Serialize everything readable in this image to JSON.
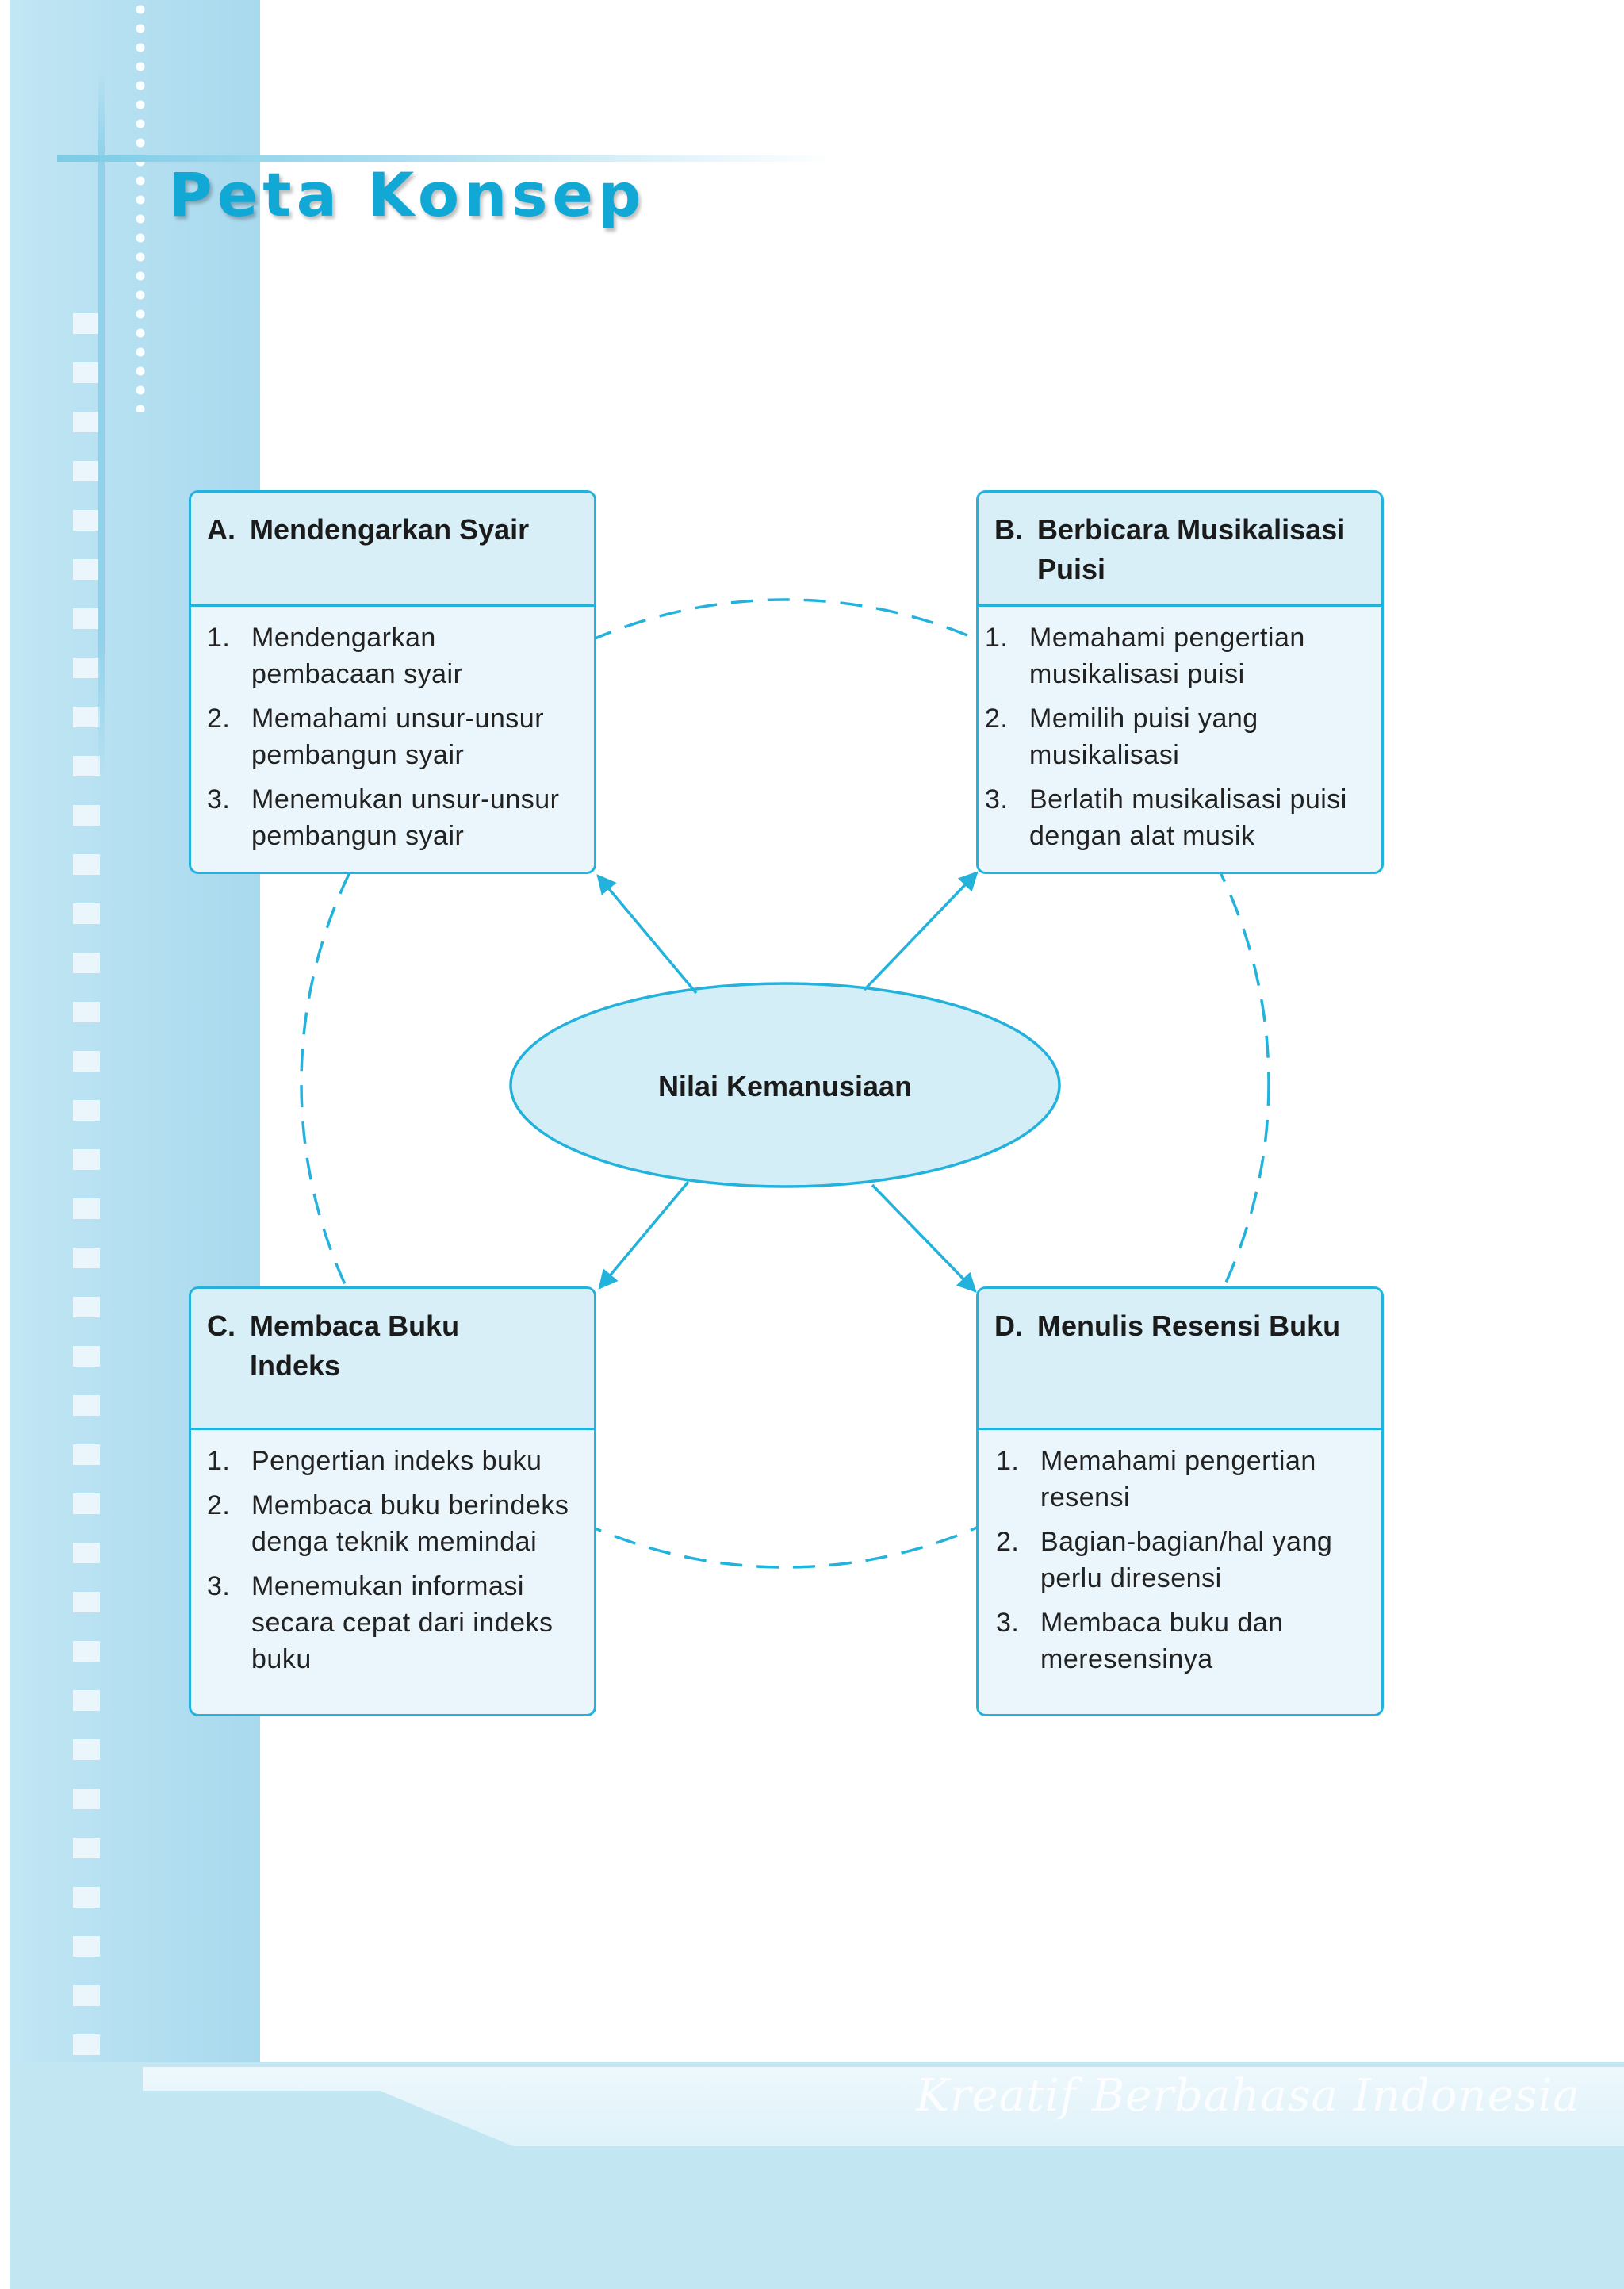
{
  "page": {
    "title": "Peta Konsep",
    "footer_text": "Kreatif Berbahasa Indonesia"
  },
  "diagram": {
    "center": "Nilai Kemanusiaan",
    "boxes": [
      {
        "letter": "A.",
        "title": "Mendengarkan Syair",
        "items": [
          {
            "num": "1.",
            "text": "Mendengarkan pembacaan syair"
          },
          {
            "num": "2.",
            "text": "Memahami unsur-unsur pembangun syair"
          },
          {
            "num": "3.",
            "text": "Menemukan unsur-unsur pembangun syair"
          }
        ]
      },
      {
        "letter": "B.",
        "title": "Berbicara Musikalisasi Puisi",
        "items": [
          {
            "num": "1.",
            "text": "Memahami pengertian musikalisasi puisi"
          },
          {
            "num": "2.",
            "text": "Memilih puisi yang musikalisasi"
          },
          {
            "num": "3.",
            "text": "Berlatih musikalisasi puisi dengan alat musik"
          }
        ]
      },
      {
        "letter": "C.",
        "title": "Membaca Buku Indeks",
        "items": [
          {
            "num": "1.",
            "text": "Pengertian indeks buku"
          },
          {
            "num": "2.",
            "text": "Membaca buku berindeks denga teknik memindai"
          },
          {
            "num": "3.",
            "text": "Menemukan informasi secara cepat dari indeks buku"
          }
        ]
      },
      {
        "letter": "D.",
        "title": "Menulis Resensi Buku",
        "items": [
          {
            "num": "1.",
            "text": "Memahami pengertian resensi"
          },
          {
            "num": "2.",
            "text": "Bagian-bagian/hal yang perlu diresensi"
          },
          {
            "num": "3.",
            "text": "Membaca buku dan meresensinya"
          }
        ]
      }
    ]
  },
  "colors": {
    "accent": "#22b2dc",
    "box_fill": "#eaf6fb",
    "box_header_fill": "#d8eff8",
    "sidebar": "#b5e0f1",
    "title": "#12a8d6"
  }
}
